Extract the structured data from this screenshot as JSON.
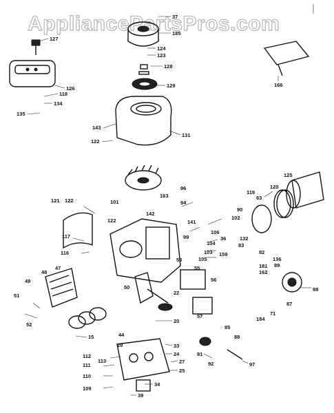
{
  "watermark": "AppliancePartsPros.com",
  "callouts": {
    "c37": "37",
    "c185": "185",
    "c124": "124",
    "c123": "123",
    "c128": "128",
    "c129": "129",
    "c127": "127",
    "c126": "126",
    "c118a": "118",
    "c134": "134",
    "c135": "135",
    "c143": "143",
    "c122a": "122",
    "c131": "131",
    "c166": "166",
    "c125": "125",
    "c119": "119",
    "c120": "120",
    "c63": "63",
    "c90": "90",
    "c96": "96",
    "c121": "121",
    "c122b": "122",
    "c101": "101",
    "c163": "163",
    "c94": "94",
    "c142": "142",
    "c102": "102",
    "c117": "117",
    "c122c": "122",
    "c141": "141",
    "c106": "106",
    "c116": "116",
    "c99": "99",
    "c36": "36",
    "c132": "132",
    "c83": "83",
    "c104": "104",
    "c103": "103",
    "c105": "105",
    "c159": "159",
    "c47": "47",
    "c48": "48",
    "c53": "53",
    "c55": "55",
    "c82": "82",
    "c181": "181",
    "c162": "162",
    "c136": "136",
    "c89": "89",
    "c49": "49",
    "c50": "50",
    "c56": "56",
    "c98": "98",
    "c51": "51",
    "c22": "22",
    "c87": "87",
    "c52": "52",
    "c15": "15",
    "c44": "44",
    "c20": "20",
    "c57": "57",
    "c184": "184",
    "c71": "71",
    "c88": "88",
    "c85": "85",
    "c91": "91",
    "c92": "92",
    "c97": "97",
    "c112": "112",
    "c113": "113",
    "c111": "111",
    "c110": "110",
    "c109": "109",
    "c29": "29",
    "c33": "33",
    "c24": "24",
    "c27": "27",
    "c25": "25",
    "c34": "34",
    "c39": "39"
  }
}
